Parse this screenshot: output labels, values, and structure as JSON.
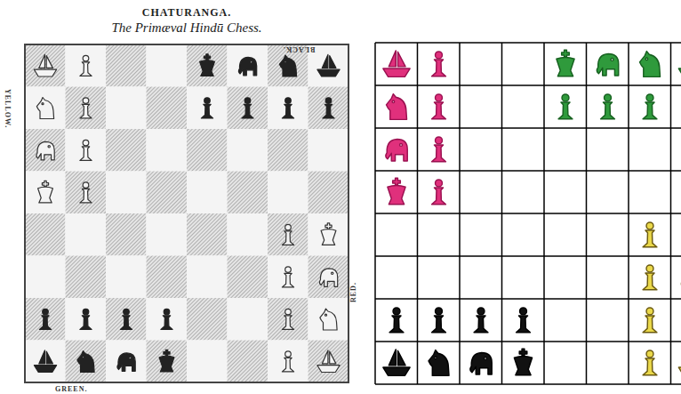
{
  "diagram": {
    "title": "CHATURANGA.",
    "caption": "The Primæval Hindū Chess.",
    "labels": [
      "BLACK.",
      "YELLOW.",
      "RED.",
      "GREEN."
    ]
  }
}
